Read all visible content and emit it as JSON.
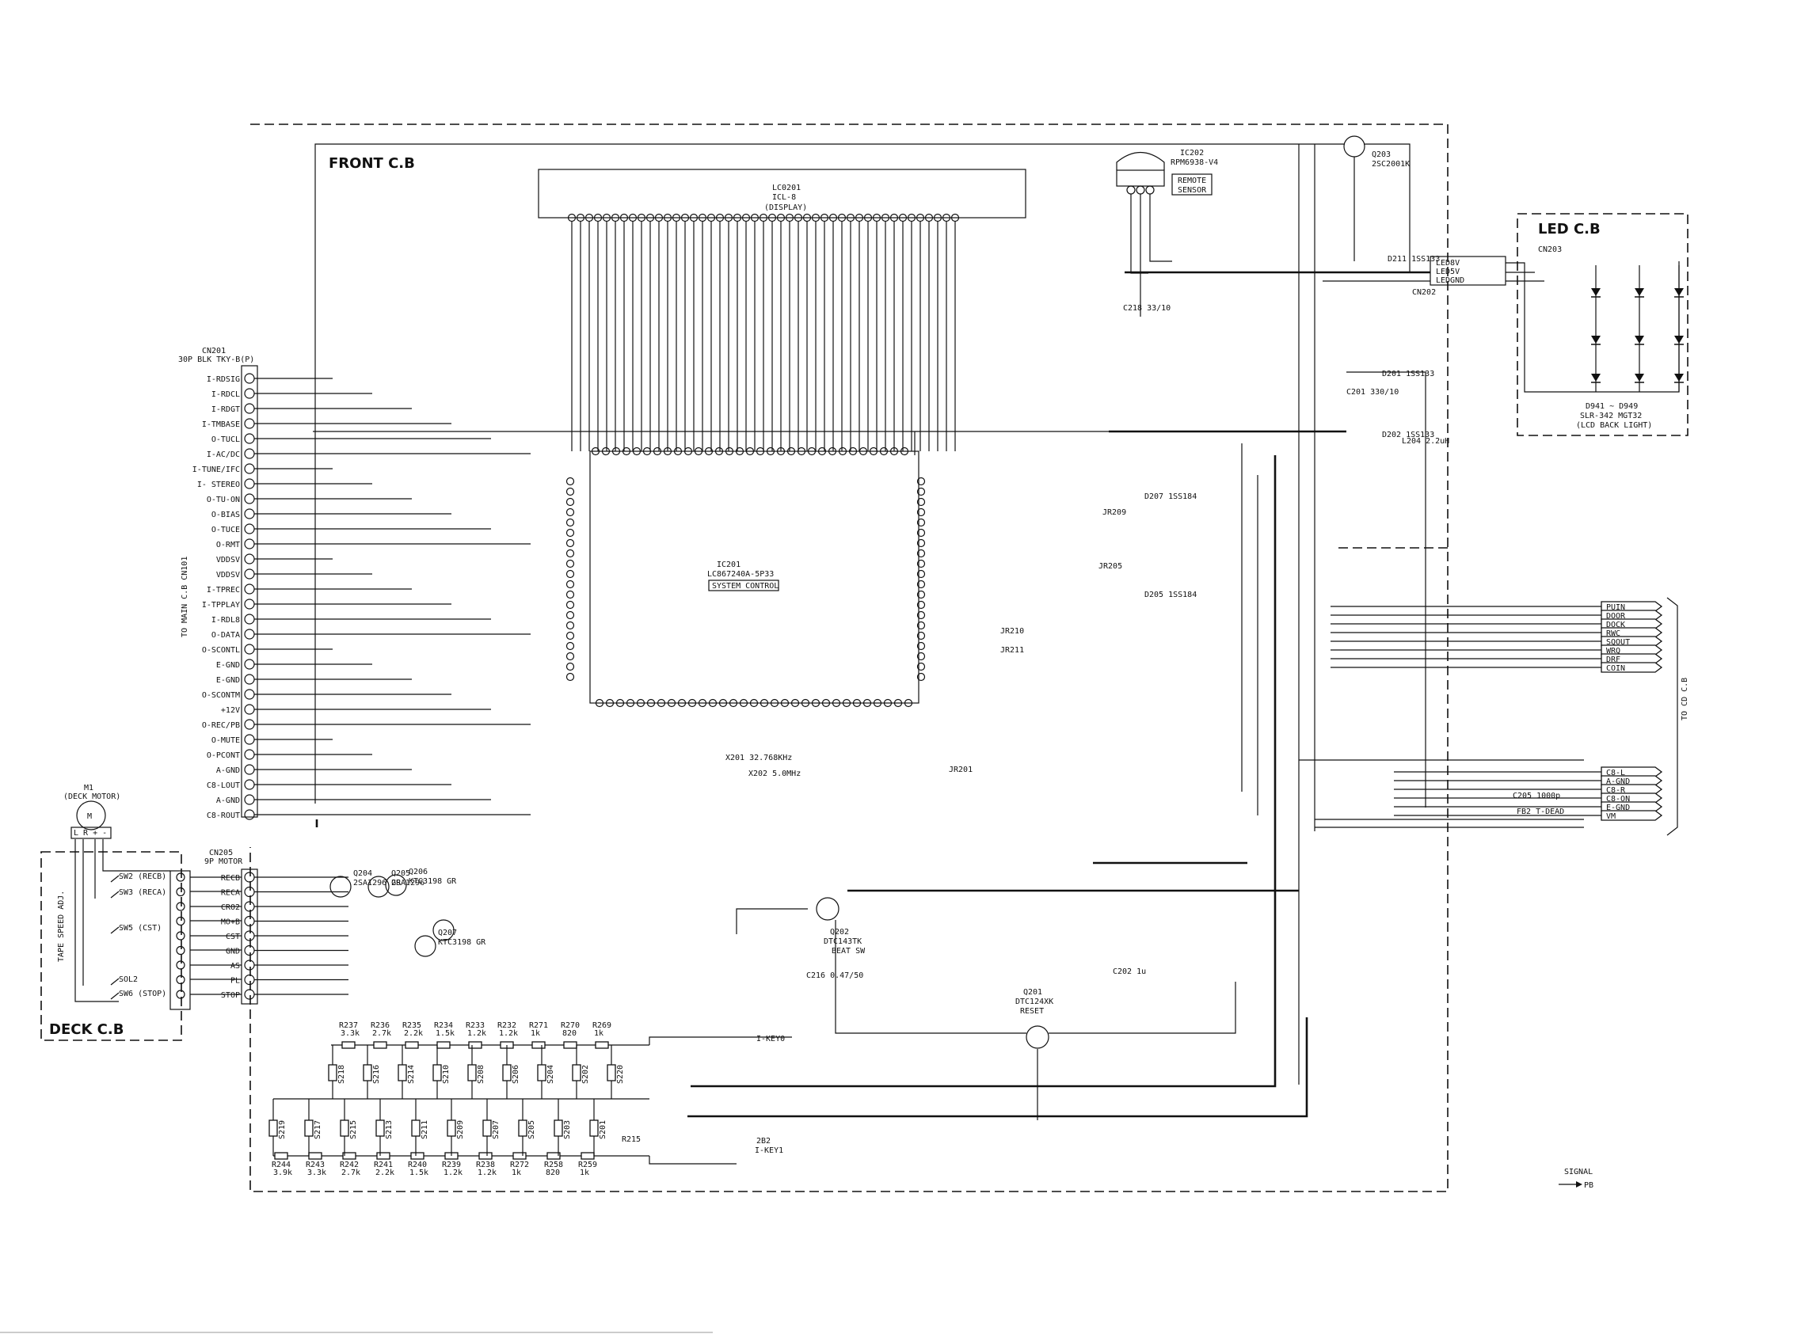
{
  "boards": {
    "front": "FRONT C.B",
    "led": "LED C.B",
    "deck": "DECK C.B"
  },
  "display": {
    "ref": "LC0201",
    "part": "ICL-8",
    "note": "(DISPLAY)"
  },
  "system_ic": {
    "ref": "IC201",
    "part": "LC867240A-5P33",
    "label": "SYSTEM CONTROL"
  },
  "remote_ic": {
    "ref": "IC202",
    "part": "RPM6938-V4",
    "label1": "REMOTE",
    "label2": "SENSOR"
  },
  "q203": {
    "ref": "Q203",
    "part": "2SC2001K"
  },
  "cn201": {
    "ref": "CN201",
    "desc": "30P BLK TKY-B(P)",
    "pins": [
      "I-RDSIG",
      "I-RDCL",
      "I-RDGT",
      "I-TMBASE",
      "O-TUCL",
      "I-AC/DC",
      "I-TUNE/IFC",
      "I- STEREO",
      "O-TU-ON",
      "O-BIAS",
      "O-TUCE",
      "O-RMT",
      "VDDSV",
      "VDDSV",
      "I-TPREC",
      "I-TPPLAY",
      "I-RDL8",
      "O-DATA",
      "O-SCONTL",
      "E-GND",
      "E-GND",
      "O-SCONTM",
      "+12V",
      "O-REC/PB",
      "O-MUTE",
      "O-PCONT",
      "A-GND",
      "C8-LOUT",
      "A-GND",
      "C8-ROUT"
    ]
  },
  "cn201_side": "TO MAIN C.B CN101",
  "cn202": {
    "ref": "CN202",
    "pins": [
      "LED8V",
      "LED5V",
      "LEDGND"
    ]
  },
  "cn203": {
    "ref": "CN203",
    "note1": "D941 ~ D949",
    "note2": "SLR-342 MGT32",
    "note3": "(LCD BACK LIGHT)"
  },
  "cn205": {
    "ref": "CN205",
    "desc": "9P MOTOR",
    "pins": [
      "RECB",
      "RECA",
      "CRO2",
      "MO+B",
      "CST",
      "GND",
      "AS",
      "PL",
      "STOP"
    ]
  },
  "motor": {
    "ref": "M1",
    "desc": "(DECK MOTOR)"
  },
  "deck_switches": [
    "SW2 (RECB)",
    "SW3 (RECA)",
    "SW5 (CST)",
    "SW6 (STOP)",
    "SOL2"
  ],
  "tape_speed": "TAPE SPEED ADJ.",
  "cd_side": "TO CD C.B",
  "cd_bus1": [
    "PUIN",
    "DOOR",
    "DOCK",
    "RWC",
    "SQOUT",
    "WRQ",
    "DRF",
    "COIN"
  ],
  "cd_bus2": [
    "C8-L",
    "A-GND",
    "C8-R",
    "C8-ON",
    "E-GND",
    "VM"
  ],
  "transistors": [
    {
      "ref": "Q202",
      "part": "DTC143TK",
      "note": "BEAT SW"
    },
    {
      "ref": "Q201",
      "part": "DTC124XK",
      "note": "RESET"
    },
    {
      "ref": "Q204",
      "part": "2SA1296 GR"
    },
    {
      "ref": "Q205",
      "part": "2SA1296"
    },
    {
      "ref": "Q206",
      "part": "KTC3198 GR"
    },
    {
      "ref": "Q207",
      "part": "KTC3198 GR"
    }
  ],
  "key_switches": [
    "S218",
    "S216",
    "S214",
    "S210",
    "S208",
    "S206",
    "S204",
    "S202",
    "S220",
    "S219",
    "S217",
    "S215",
    "S213",
    "S211",
    "S209",
    "S207",
    "S205",
    "S203",
    "S201"
  ],
  "key_res_top": [
    {
      "ref": "R237",
      "val": "3.3k"
    },
    {
      "ref": "R236",
      "val": "2.7k"
    },
    {
      "ref": "R235",
      "val": "2.2k"
    },
    {
      "ref": "R234",
      "val": "1.5k"
    },
    {
      "ref": "R233",
      "val": "1.2k"
    },
    {
      "ref": "R232",
      "val": "1.2k"
    },
    {
      "ref": "R271",
      "val": "1k"
    },
    {
      "ref": "R270",
      "val": "820"
    },
    {
      "ref": "R269",
      "val": "1k"
    }
  ],
  "key_res_bot": [
    {
      "ref": "R244",
      "val": "3.9k"
    },
    {
      "ref": "R243",
      "val": "3.3k"
    },
    {
      "ref": "R242",
      "val": "2.7k"
    },
    {
      "ref": "R241",
      "val": "2.2k"
    },
    {
      "ref": "R240",
      "val": "1.5k"
    },
    {
      "ref": "R239",
      "val": "1.2k"
    },
    {
      "ref": "R238",
      "val": "1.2k"
    },
    {
      "ref": "R272",
      "val": "1k"
    },
    {
      "ref": "R258",
      "val": "820"
    },
    {
      "ref": "R259",
      "val": "1k"
    }
  ],
  "key_labels": [
    "R215",
    "2B2",
    "I-KEY1",
    "I-KEY0"
  ],
  "signal_legend": {
    "title": "SIGNAL",
    "item": "PB"
  },
  "misc_labels": [
    "D211 1SS133",
    "D201 1SS133",
    "D202 1SS133",
    "D207 1SS184",
    "D205 1SS184",
    "L204 2.2uH",
    "C201 330/10",
    "C202 1u",
    "C205 1000p",
    "C216 0.47/50",
    "X201 32.768KHz",
    "X202 5.0MHz",
    "C218 33/10",
    "FB2 T-DEAD",
    "JR209",
    "JR205",
    "JR210",
    "JR211",
    "JR201"
  ]
}
